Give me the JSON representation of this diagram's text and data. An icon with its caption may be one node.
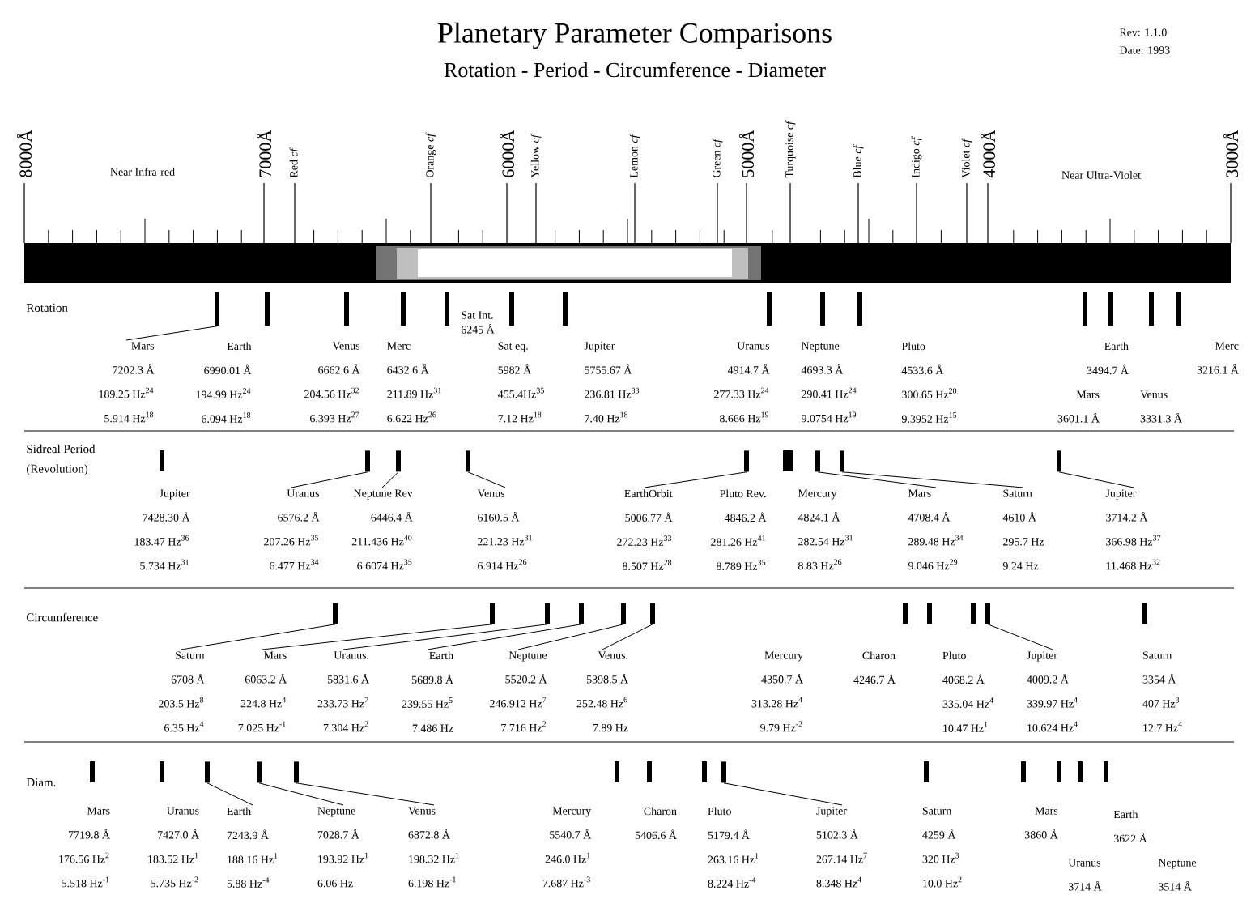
{
  "diagram": {
    "title": "Planetary Parameter Comparisons",
    "nodes": [
      {
        "text": [
          "Mars",
          "7202.3 Å",
          "189.25 Hz$^{24}$",
          "5.914 Hz$^{18}$"
        ]
      },
      {
        "text": [
          "Earth",
          "6990.01 Å",
          "194.99 Hz$^{24}$",
          "6.094 Hz$^{18}$"
        ]
      },
      {
        "text": [
          "Venus",
          "6662.6 Å",
          "204.56 Hz$^{32}$",
          "6.393 Hz$^{27}$"
        ]
      },
      {
        "text": [
          "Merc",
          "6432.6 Å",
          "211.89 Hz$^{31}$",
          "6.622 Hz$^{26}$"
        ]
      },
      {
        "text": [
          "Sat Int.",
          "6245 Å"
        ]
      },
      {
        "text": [
          "Sat eq.",
          "5982 Å",
          "455.4Hz$^{35}$",
          "7.12 Hz$^{18}$"
        ]
      },
      {
        "text": [
          "Jupiter",
          "5755.67 Å",
          "236.81 Hz$^{33}$",
          "7.40 Hz$^{18}$"
        ]
      },
      {
        "text": [
          "Uranus",
          "4914.7 Å",
          "277.33 Hz$^{24}$",
          "8.666 Hz$^{19}$"
        ]
      },
      {
        "text": [
          "Neptune",
          "4693.3 Å",
          "290.41 Hz$^{24}$",
          "9.0754 Hz$^{19}$"
        ]
      },
      {
        "text": [
          "Pluto",
          "4533.6 Å",
          "300.65 Hz$^{20}$",
          "9.3952 Hz$^{15}$"
        ]
      },
      {
        "text": [
          "Earth",
          "3494.7 Å"
        ]
      },
      {
        "text": [
          "Merc",
          "3216.1 Å"
        ]
      },
      {
        "text": [
          "Mars",
          "3601.1 Å"
        ]
      },
      {
        "text": [
          "Venus",
          "3331.3 Å"
        ]
      },
      {
        "text": [
          "Jupiter",
          "7428.30 Å",
          "183.47 Hz$^{36}$",
          "5.734 Hz$^{31}$"
        ]
      },
      {
        "text": [
          "Uranus",
          "6576.2 Å",
          "207.26 Hz$^{35}$",
          "6.477 Hz$^{34}$"
        ]
      },
      {
        "text": [
          "Neptune Rev",
          "6446.4 Å",
          "211.436 Hz$^{40}$",
          "6.6074 Hz$^{35}$"
        ]
      },
      {
        "text": [
          "Venus",
          "6160.5 Å",
          "221.23 Hz$^{31}$",
          "6.914 Hz$^{26}$"
        ]
      },
      {
        "text": [
          "EarthOrbit",
          "5006.77 Å",
          "272.23 Hz$^{33}$",
          "8.507 Hz$^{28}$"
        ]
      },
      {
        "text": [
          "Pluto Rev.",
          "4846.2 Å",
          "281.26 Hz$^{41}$",
          "8.789 Hz$^{35}$"
        ]
      },
      {
        "text": [
          "Mercury",
          "4824.1 Å",
          "282.54 Hz$^{31}$",
          "8.83 Hz$^{26}$"
        ]
      },
      {
        "text": [
          "Mars",
          "4708.4 Å",
          "289.48 Hz$^{34}$",
          "9.046 Hz$^{29}$"
        ]
      },
      {
        "text": [
          "Saturn",
          "4610 Å",
          "295.7 Hz",
          "9.24 Hz"
        ]
      },
      {
        "text": [
          "Jupiter",
          "3714.2 Å",
          "366.98 Hz$^{37}$",
          "11.468 Hz$^{32}$"
        ]
      },
      {
        "text": [
          "Saturn",
          "6708 Å",
          "203.5 Hz$^{8}$",
          "6.35 Hz$^{4}$"
        ]
      },
      {
        "text": [
          "Mars",
          "6063.2 Å",
          "224.8 Hz$^{4}$",
          "7.025 Hz$^{-1}$"
        ]
      },
      {
        "text": [
          "Uranus.",
          "5831.6 Å",
          "233.73 Hz$^{7}$",
          "7.304 Hz$^{2}$"
        ]
      },
      {
        "text": [
          "Earth",
          "5689.8 Å",
          "239.55 Hz$^{5}$",
          "7.486 Hz"
        ]
      },
      {
        "text": [
          "Neptune",
          "5520.2 Å",
          "246.912 Hz$^{7}$",
          "7.716 Hz$^{2}$"
        ]
      },
      {
        "text": [
          "Venus.",
          "5398.5 Å",
          "252.48 Hz$^{6}$",
          "7.89 Hz"
        ]
      },
      {
        "text": [
          "Mercury",
          "4350.7 Å",
          "313.28 Hz$^{4}$",
          "9.79 Hz$^{-2}$"
        ]
      },
      {
        "text": [
          "Charon",
          "4246.7 Å"
        ]
      },
      {
        "text": [
          "Pluto",
          "4068.2 Å",
          "335.04 Hz$^{4}$",
          "10.47 Hz$^{1}$"
        ]
      },
      {
        "text": [
          "Jupiter",
          "4009.2 Å",
          "339.97 Hz$^{4}$",
          "10.624 Hz$^{4}$"
        ]
      },
      {
        "text": [
          "Saturn",
          "3354 Å",
          "407 Hz$^{3}$",
          "12.7 Hz$^{4}$"
        ]
      },
      {
        "text": [
          "Mars",
          "7719.8 Å",
          "176.56 Hz$^{2}$",
          "5.518 Hz$^{-1}$"
        ]
      },
      {
        "text": [
          "Uranus",
          "7427.0 Å",
          "183.52 Hz$^{1}$",
          "5.735 Hz$^{-2}$"
        ]
      },
      {
        "text": [
          "Earth",
          "7243.9 Å",
          "188.16 Hz$^{1}$",
          "5.88 Hz$^{-4}$"
        ]
      },
      {
        "text": [
          "Neptune",
          "7028.7 Å",
          "193.92 Hz$^{1}$",
          "6.06 Hz"
        ]
      },
      {
        "text": [
          "Venus",
          "6872.8 Å",
          "198.32 Hz$^{1}$",
          "6.198 Hz$^{-1}$"
        ]
      },
      {
        "text": [
          "Mercury",
          "5540.7 Å",
          "246.0 Hz$^{1}$",
          "7.687 Hz$^{-3}$"
        ]
      },
      {
        "text": [
          "Charon",
          "5406.6 Å"
        ]
      },
      {
        "text": [
          "Pluto",
          "5179.4 Å",
          "263.16 Hz$^{1}$",
          "8.224 Hz$^{-4}$"
        ]
      },
      {
        "text": [
          "Jupiter",
          "5102.3 Å",
          "267.14 Hz$^{7}$",
          "8.348 Hz$^{4}$"
        ]
      },
      {
        "text": [
          "Saturn",
          "4259 Å",
          "320 Hz$^{3}$",
          "10.0 Hz$^{2}$"
        ]
      },
      {
        "text": [
          "Mars",
          "3860 Å"
        ]
      },
      {
        "text": [
          "Earth",
          "3622 Å"
        ]
      },
      {
        "text": [
          "Uranus",
          "3714 Å"
        ]
      },
      {
        "text": [
          "Neptune",
          "3514 Å"
        ]
      },
      {
        "text": [],
        "shape": "bar"
      },
      {
        "text": [],
        "shape": "bar"
      },
      {
        "text": [],
        "shape": "bar"
      },
      {
        "text": [],
        "shape": "bar"
      },
      {
        "text": [],
        "shape": "bar"
      },
      {
        "text": [],
        "shape": "bar"
      },
      {
        "text": [],
        "shape": "bar"
      },
      {
        "text": [],
        "shape": "bar"
      },
      {
        "text": [],
        "shape": "bar"
      },
      {
        "text": [],
        "shape": "bar"
      },
      {
        "text": [],
        "shape": "bar"
      },
      {
        "text": [],
        "shape": "bar"
      },
      {
        "text": [],
        "shape": "bar"
      },
      {
        "text": [],
        "shape": "bar"
      },
      {
        "text": [],
        "shape": "bar"
      },
      {
        "text": [],
        "shape": "bar"
      },
      {
        "text": [],
        "shape": "bar"
      },
      {
        "text": [],
        "shape": "bar"
      },
      {
        "text": [],
        "shape": "bar"
      }
    ],
    "edges": [
      {
        "from": 0,
        "to": 49,
        "arrow": "none"
      },
      {
        "from": 15,
        "to": 50,
        "arrow": "none"
      },
      {
        "from": 16,
        "to": 51,
        "arrow": "none"
      },
      {
        "from": 17,
        "to": 52,
        "arrow": "none"
      },
      {
        "from": 18,
        "to": 53,
        "arrow": "none"
      },
      {
        "from": 21,
        "to": 54,
        "arrow": "none"
      },
      {
        "from": 22,
        "to": 55,
        "arrow": "none"
      },
      {
        "from": 23,
        "to": 56,
        "arrow": "none"
      },
      {
        "from": 24,
        "to": 57,
        "arrow": "none"
      },
      {
        "from": 25,
        "to": 58,
        "arrow": "none"
      },
      {
        "from": 26,
        "to": 59,
        "arrow": "none"
      },
      {
        "from": 27,
        "to": 60,
        "arrow": "none"
      },
      {
        "from": 28,
        "to": 61,
        "arrow": "none"
      },
      {
        "from": 29,
        "to": 62,
        "arrow": "none"
      },
      {
        "from": 33,
        "to": 63,
        "arrow": "none"
      },
      {
        "from": 37,
        "to": 64,
        "arrow": "none"
      },
      {
        "from": 38,
        "to": 65,
        "arrow": "none"
      },
      {
        "from": 39,
        "to": 66,
        "arrow": "none"
      },
      {
        "from": 43,
        "to": 67,
        "arrow": "none"
      }
    ],
    "labels": [
      "Rotation - Period - Circumference - Diameter",
      "Rev: 1.1.0",
      "Date: 1993",
      "8000Å",
      "Near Infra-red",
      "7000Å",
      "Red *cf*",
      "Orange *cf*",
      "6000Å",
      "Yellow *cf*",
      "Lemon *cf*",
      "Green *cf*",
      "5000Å",
      "Turquoise *cf*",
      "Blue *cf*",
      "Indigo *cf*",
      "Violet *cf*",
      "4000Å",
      "Near Ultra-Violet",
      "3000Å",
      "Rotation",
      "Sidreal Period",
      "(Revolution)",
      "Circumference",
      "Diam."
    ]
  }
}
